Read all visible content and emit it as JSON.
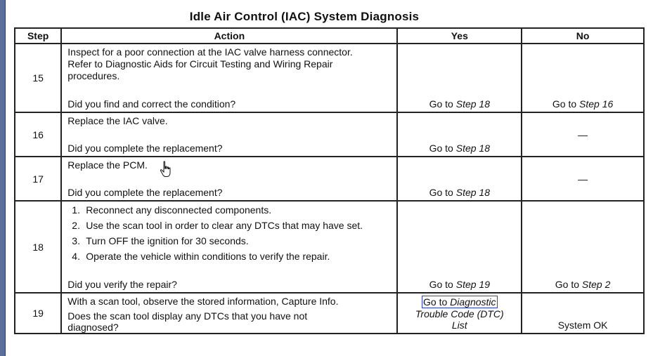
{
  "title": "Idle Air Control (IAC) System Diagnosis",
  "headers": {
    "step": "Step",
    "action": "Action",
    "yes": "Yes",
    "no": "No"
  },
  "rows": [
    {
      "step": "15",
      "action_lines": [
        "Inspect for a poor connection at the IAC valve harness connector.",
        "Refer to Diagnostic Aids for Circuit Testing and Wiring Repair",
        "procedures."
      ],
      "question": "Did you find and correct the condition?",
      "yes_prefix": "Go to ",
      "yes_link": "Step 18",
      "no_prefix": "Go to ",
      "no_link": "Step 16"
    },
    {
      "step": "16",
      "action_lines": [
        "Replace the IAC valve."
      ],
      "question": "Did you complete the replacement?",
      "yes_prefix": "Go to ",
      "yes_link": "Step 18",
      "no_text": "—"
    },
    {
      "step": "17",
      "action_lines": [
        "Replace the PCM."
      ],
      "question": "Did you complete the replacement?",
      "yes_prefix": "Go to ",
      "yes_link": "Step 18",
      "no_text": "—"
    },
    {
      "step": "18",
      "list": [
        {
          "num": "1.",
          "text": "Reconnect any disconnected components."
        },
        {
          "num": "2.",
          "text": "Use the scan tool in order to clear any DTCs that may have set."
        },
        {
          "num": "3.",
          "text": "Turn OFF the ignition for 30 seconds."
        },
        {
          "num": "4.",
          "text": "Operate the vehicle within conditions to verify the repair."
        }
      ],
      "question": "Did you verify the repair?",
      "yes_prefix": "Go to ",
      "yes_link": "Step 19",
      "no_prefix": "Go to ",
      "no_link": "Step 2"
    },
    {
      "step": "19",
      "action_lines": [
        "With a scan tool, observe the stored information, Capture Info."
      ],
      "question_lines": [
        "Does the scan tool display any DTCs that you have not",
        "diagnosed?"
      ],
      "yes_box_prefix": "Go to ",
      "yes_box_link": "Diagnostic",
      "yes_line2": "Trouble Code (DTC)",
      "yes_line3": "List",
      "no_text": "System OK"
    }
  ],
  "icons": {
    "cursor": "hand-pointer-icon"
  },
  "colors": {
    "link_box": "#2a3fd8",
    "window_edge": "#5a6f99"
  }
}
